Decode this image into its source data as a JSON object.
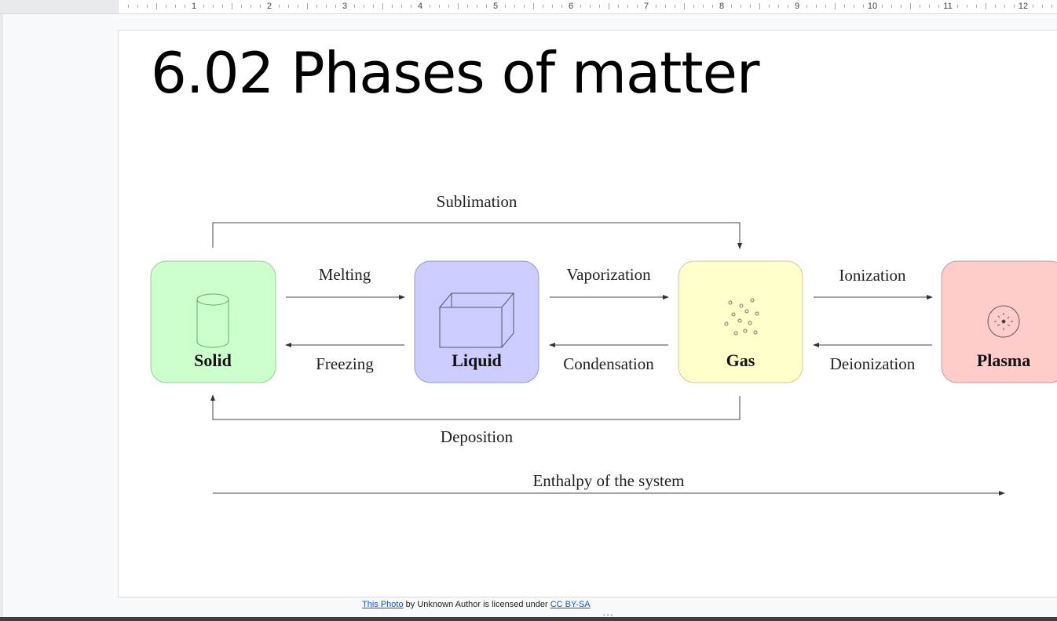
{
  "ruler": {
    "numbers": [
      "1",
      "2",
      "3",
      "4",
      "5",
      "6",
      "7",
      "8",
      "9",
      "10",
      "11",
      "12"
    ]
  },
  "slide": {
    "title": "6.02 Phases of matter",
    "diagram": {
      "states": [
        {
          "label": "Solid",
          "color": "#ccffcc",
          "icon": "cylinder-icon"
        },
        {
          "label": "Liquid",
          "color": "#ccccff",
          "icon": "box-icon"
        },
        {
          "label": "Gas",
          "color": "#ffffcc",
          "icon": "particles-icon"
        },
        {
          "label": "Plasma",
          "color": "#ffcccc",
          "icon": "plasma-icon"
        }
      ],
      "transitions": {
        "melting": "Melting",
        "freezing": "Freezing",
        "vaporization": "Vaporization",
        "condensation": "Condensation",
        "ionization": "Ionization",
        "deionization": "Deionization",
        "sublimation": "Sublimation",
        "deposition": "Deposition"
      },
      "axis_label": "Enthalpy of the system"
    }
  },
  "credit": {
    "link1": "This Photo",
    "middle": " by Unknown Author is licensed under ",
    "link2": "CC BY-SA"
  }
}
